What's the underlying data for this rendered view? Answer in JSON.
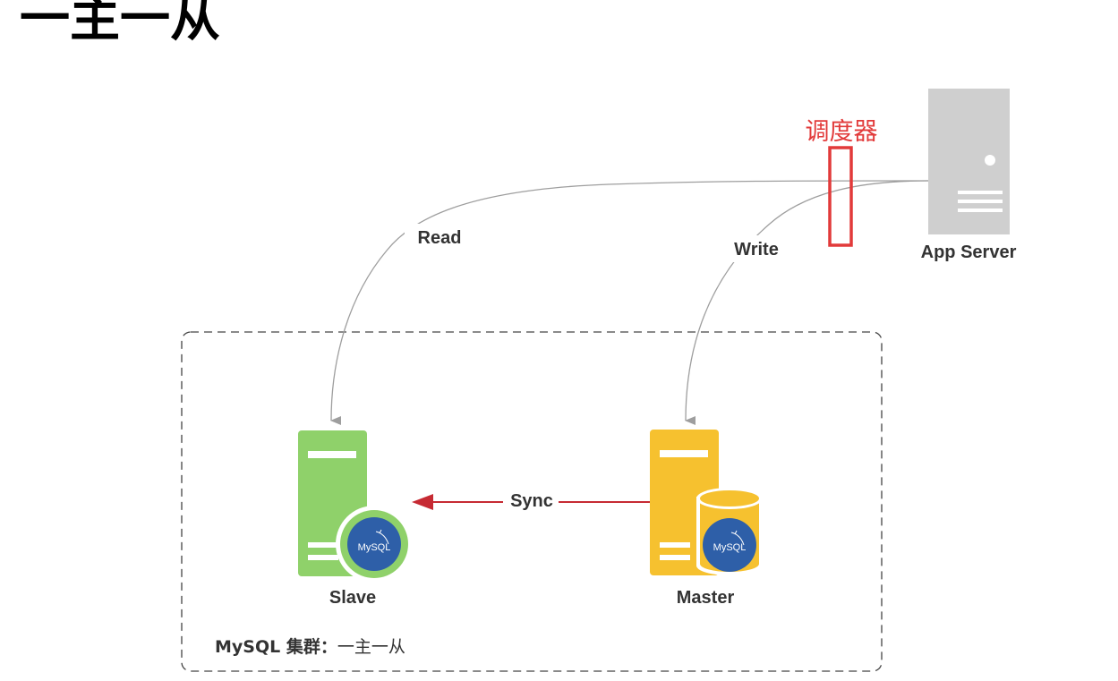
{
  "title": "一主一从",
  "labels": {
    "read": "Read",
    "write": "Write",
    "sync": "Sync",
    "app_server": "App Server",
    "scheduler": "调度器",
    "slave": "Slave",
    "master": "Master",
    "cluster_caption_bold": "MySQL 集群：",
    "cluster_caption_rest": "一主一从",
    "mysql_logo_text": "MySQL"
  },
  "colors": {
    "edge_gray": "#9e9e9e",
    "sync_red": "#c62a33",
    "scheduler_red": "#e23a3a",
    "slave_green": "#8fd16a",
    "master_yellow": "#f6c12f",
    "server_gray": "#cfcfcf",
    "mysql_blue": "#2e5fa8"
  },
  "icons": {
    "app_server": "server-icon",
    "slave": "database-server-icon",
    "master": "database-server-icon",
    "mysql": "mysql-logo-icon"
  }
}
